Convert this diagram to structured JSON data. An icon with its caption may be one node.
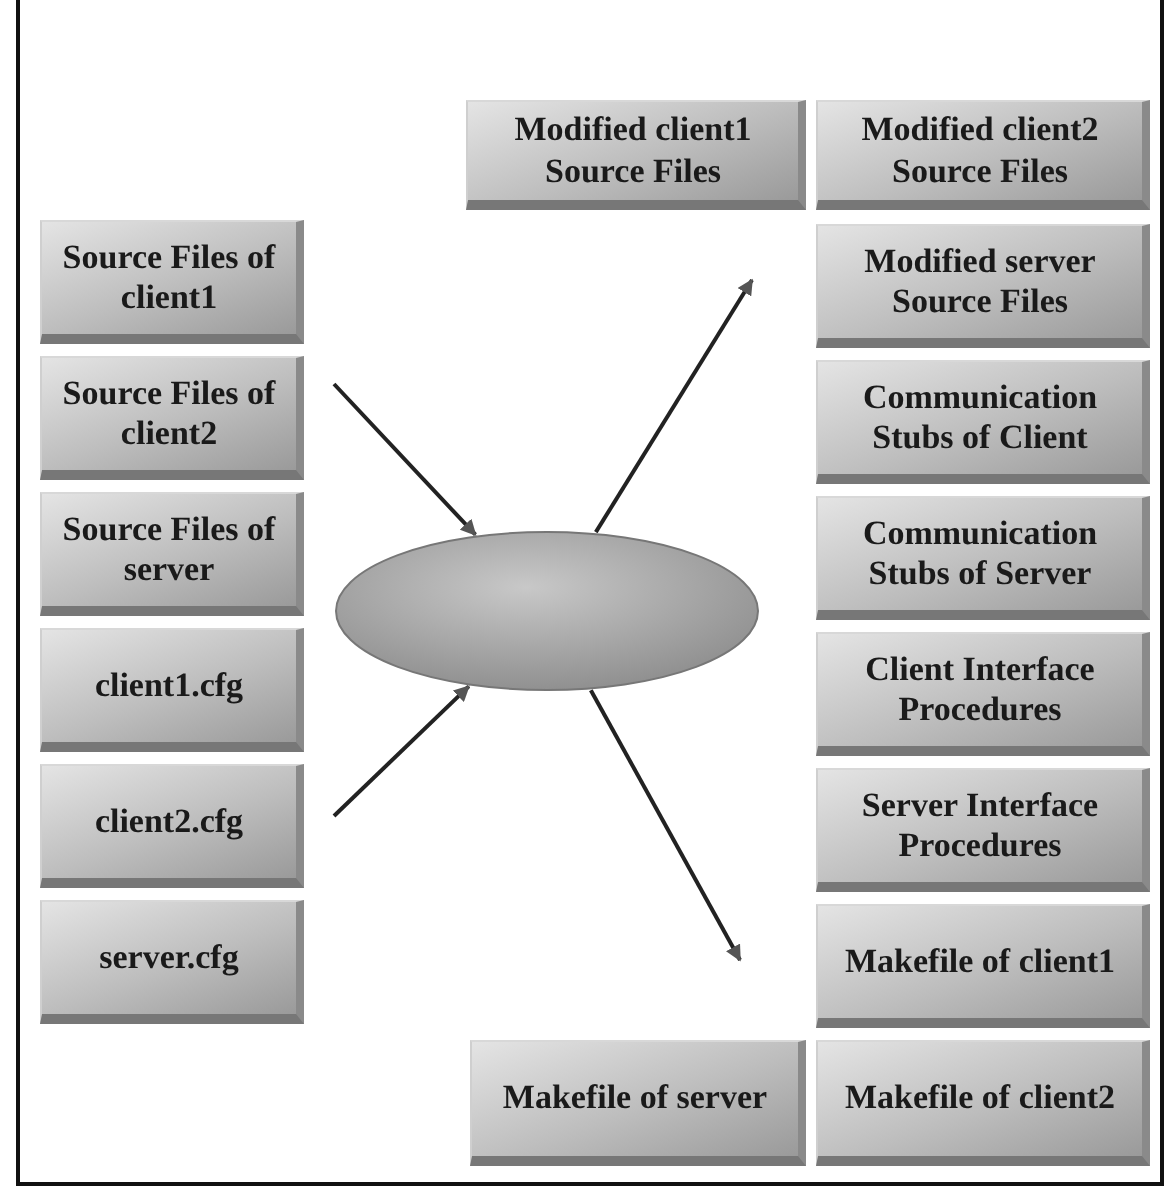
{
  "diagram": {
    "nodes": [
      {
        "text": [
          "Source Files of client1"
        ]
      },
      {
        "text": [
          "Source Files of client2"
        ]
      },
      {
        "text": [
          "Source Files of server"
        ]
      },
      {
        "text": [
          "client1.cfg"
        ]
      },
      {
        "text": [
          "client2.cfg"
        ]
      },
      {
        "text": [
          "server.cfg"
        ]
      },
      {
        "text": [],
        "shape": "ellipse"
      },
      {
        "text": [
          "Modified client1 Source Files"
        ]
      },
      {
        "text": [
          "Modified client2 Source Files"
        ]
      },
      {
        "text": [
          "Modified server Source Files"
        ]
      },
      {
        "text": [
          "Communication Stubs of Client"
        ]
      },
      {
        "text": [
          "Communication Stubs of Server"
        ]
      },
      {
        "text": [
          "Client Interface Procedures"
        ]
      },
      {
        "text": [
          "Server Interface Procedures"
        ]
      },
      {
        "text": [
          "Makefile of client1"
        ]
      },
      {
        "text": [
          "Makefile of server"
        ]
      },
      {
        "text": [
          "Makefile of client2"
        ]
      }
    ],
    "edges": [
      {
        "from": null,
        "to": 6,
        "arrow": "to"
      },
      {
        "from": null,
        "to": 6,
        "arrow": "to"
      },
      {
        "from": 6,
        "to": null,
        "arrow": "to"
      },
      {
        "from": 6,
        "to": null,
        "arrow": "to"
      }
    ]
  }
}
